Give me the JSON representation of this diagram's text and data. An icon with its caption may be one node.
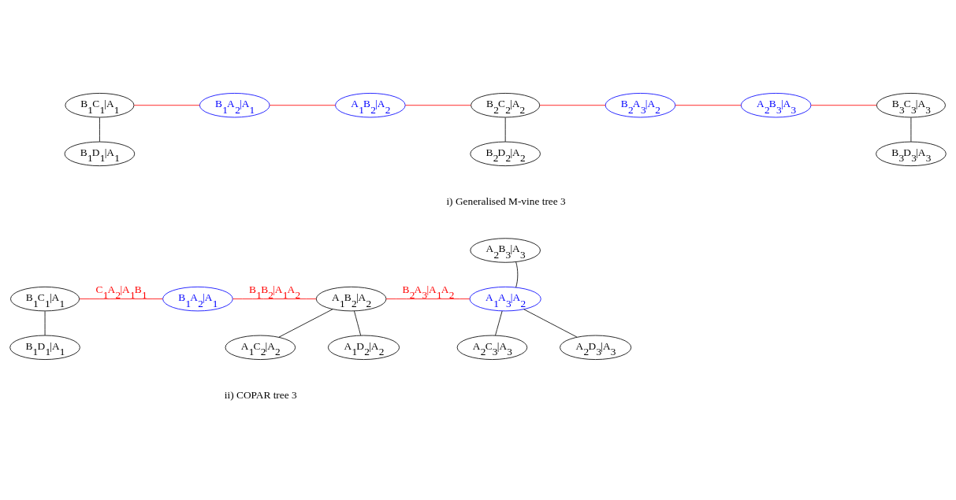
{
  "diagram": {
    "nodes": [
      {
        "text": [
          "B$_{1}$C$_{1}$|A$_{1}$"
        ]
      },
      {
        "text": [
          "B$_{1}$A$_{2}$|A$_{1}$"
        ]
      },
      {
        "text": [
          "A$_{1}$B$_{2}$|A$_{2}$"
        ]
      },
      {
        "text": [
          "B$_{2}$C$_{2}$|A$_{2}$"
        ]
      },
      {
        "text": [
          "B$_{2}$A$_{3}$|A$_{2}$"
        ]
      },
      {
        "text": [
          "A$_{2}$B$_{3}$|A$_{3}$"
        ]
      },
      {
        "text": [
          "B$_{3}$C$_{3}$|A$_{3}$"
        ]
      },
      {
        "text": [
          "B$_{1}$D$_{1}$|A$_{1}$"
        ]
      },
      {
        "text": [
          "B$_{2}$D$_{2}$|A$_{2}$"
        ]
      },
      {
        "text": [
          "B$_{3}$D$_{3}$|A$_{3}$"
        ]
      },
      {
        "text": [
          "A$_{2}$B$_{3}$|A$_{3}$"
        ]
      },
      {
        "text": [
          "B$_{1}$C$_{1}$|A$_{1}$"
        ]
      },
      {
        "text": [
          "B$_{1}$A$_{2}$|A$_{1}$"
        ]
      },
      {
        "text": [
          "A$_{1}$B$_{2}$|A$_{2}$"
        ]
      },
      {
        "text": [
          "A$_{1}$A$_{3}$|A$_{2}$"
        ]
      },
      {
        "text": [
          "B$_{1}$D$_{1}$|A$_{1}$"
        ]
      },
      {
        "text": [
          "A$_{1}$C$_{2}$|A$_{2}$"
        ]
      },
      {
        "text": [
          "A$_{1}$D$_{2}$|A$_{2}$"
        ]
      },
      {
        "text": [
          "A$_{2}$C$_{3}$|A$_{3}$"
        ]
      },
      {
        "text": [
          "A$_{2}$D$_{3}$|A$_{3}$"
        ]
      }
    ],
    "edges": [
      {
        "from": 0,
        "to": 1,
        "arrow": "none",
        "color": "#ff0000"
      },
      {
        "from": 1,
        "to": 2,
        "arrow": "none",
        "color": "#ff0000"
      },
      {
        "from": 2,
        "to": 3,
        "arrow": "none",
        "color": "#ff0000"
      },
      {
        "from": 3,
        "to": 4,
        "arrow": "none",
        "color": "#ff0000"
      },
      {
        "from": 4,
        "to": 5,
        "arrow": "none",
        "color": "#ff0000"
      },
      {
        "from": 5,
        "to": 6,
        "arrow": "none",
        "color": "#ff0000"
      },
      {
        "from": 0,
        "to": 7,
        "arrow": "none",
        "color": "#000000"
      },
      {
        "from": 3,
        "to": 8,
        "arrow": "none",
        "color": "#000000"
      },
      {
        "from": 6,
        "to": 9,
        "arrow": "none",
        "color": "#000000"
      },
      {
        "from": 11,
        "to": 12,
        "arrow": "none",
        "label": "C$_{1}$A$_{2}$|A$_{1}$B$_{1}$",
        "color": "#ff0000"
      },
      {
        "from": 12,
        "to": 13,
        "arrow": "none",
        "label": "B$_{1}$B$_{2}$|A$_{1}$A$_{2}$",
        "color": "#ff0000"
      },
      {
        "from": 13,
        "to": 14,
        "arrow": "none",
        "label": "B$_{2}$A$_{3}$|A$_{1}$A$_{2}$",
        "color": "#ff0000"
      },
      {
        "from": 14,
        "to": 10,
        "arrow": "none",
        "color": "#000000"
      },
      {
        "from": 11,
        "to": 15,
        "arrow": "none",
        "color": "#000000"
      },
      {
        "from": 13,
        "to": 16,
        "arrow": "none",
        "color": "#000000"
      },
      {
        "from": 13,
        "to": 17,
        "arrow": "none",
        "color": "#000000"
      },
      {
        "from": 14,
        "to": 18,
        "arrow": "none",
        "color": "#000000"
      },
      {
        "from": 14,
        "to": 19,
        "arrow": "none",
        "color": "#000000"
      }
    ],
    "labels": [
      "i) Generalised M-vine tree 3",
      "ii) COPAR tree 3"
    ]
  }
}
